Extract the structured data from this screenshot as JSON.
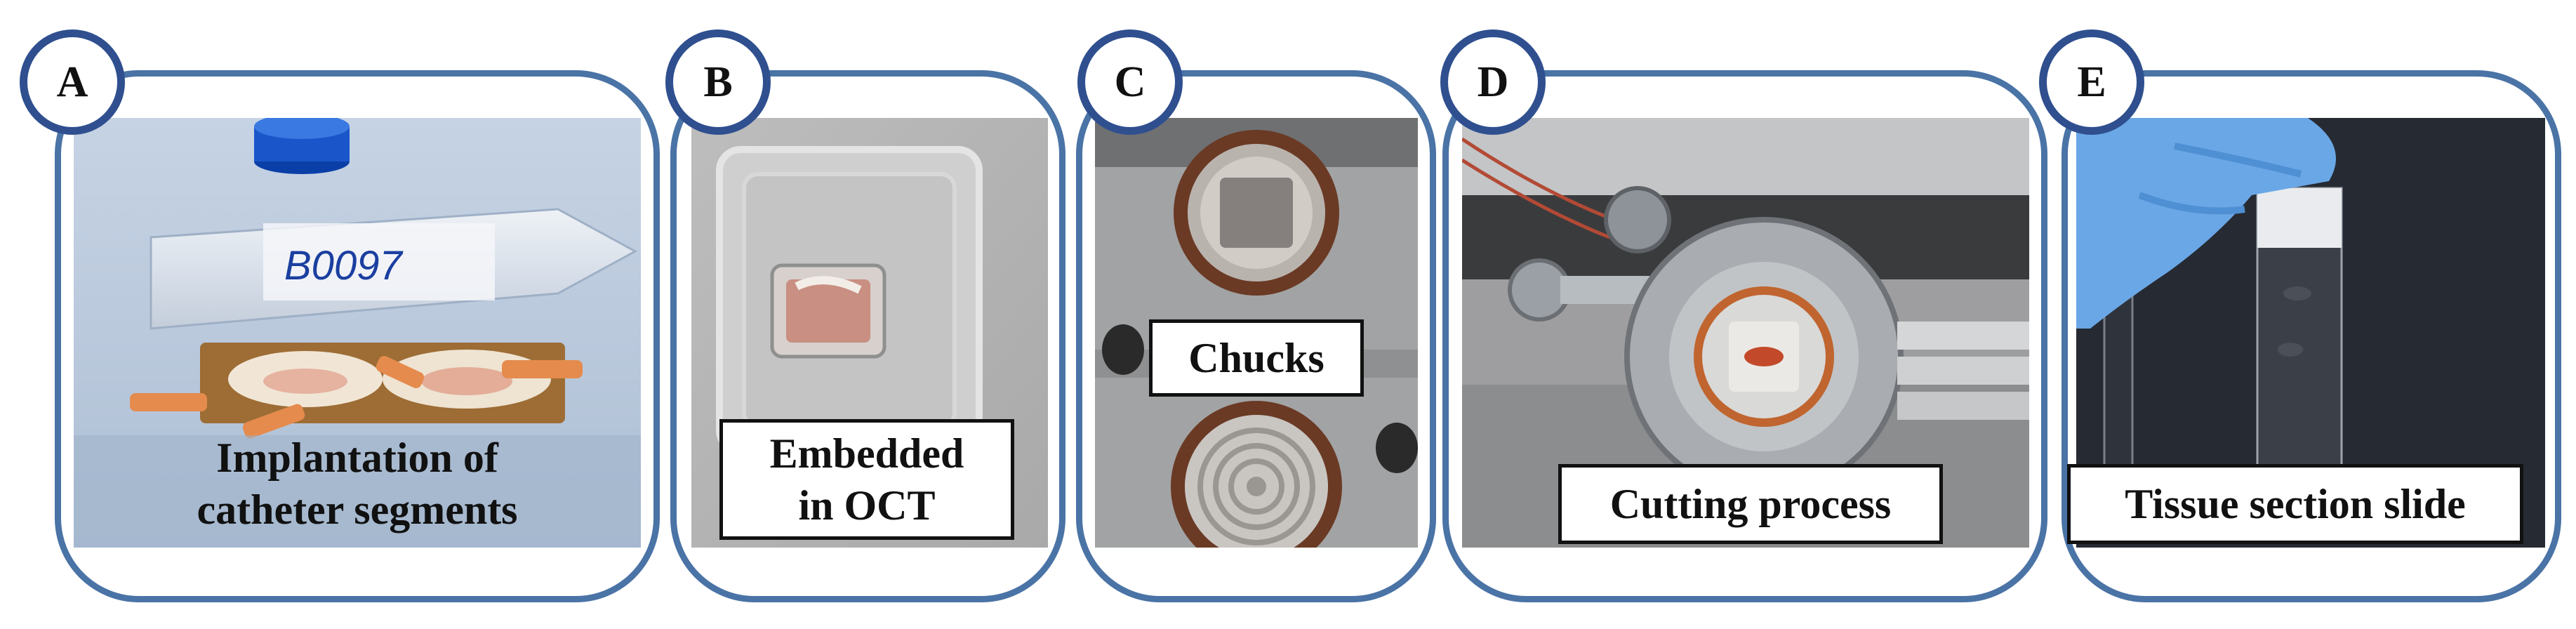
{
  "panels": [
    {
      "letter": "A",
      "caption_line1": "Implantation of",
      "caption_line2": "catheter segments",
      "tube_label": "B0097"
    },
    {
      "letter": "B",
      "caption_line1": "Embedded",
      "caption_line2": "in OCT"
    },
    {
      "letter": "C",
      "caption": "Chucks"
    },
    {
      "letter": "D",
      "caption": "Cutting process"
    },
    {
      "letter": "E",
      "caption": "Tissue section slide"
    }
  ],
  "colors": {
    "panel_border": "#4a73a6",
    "badge_border": "#2f4f8f"
  }
}
